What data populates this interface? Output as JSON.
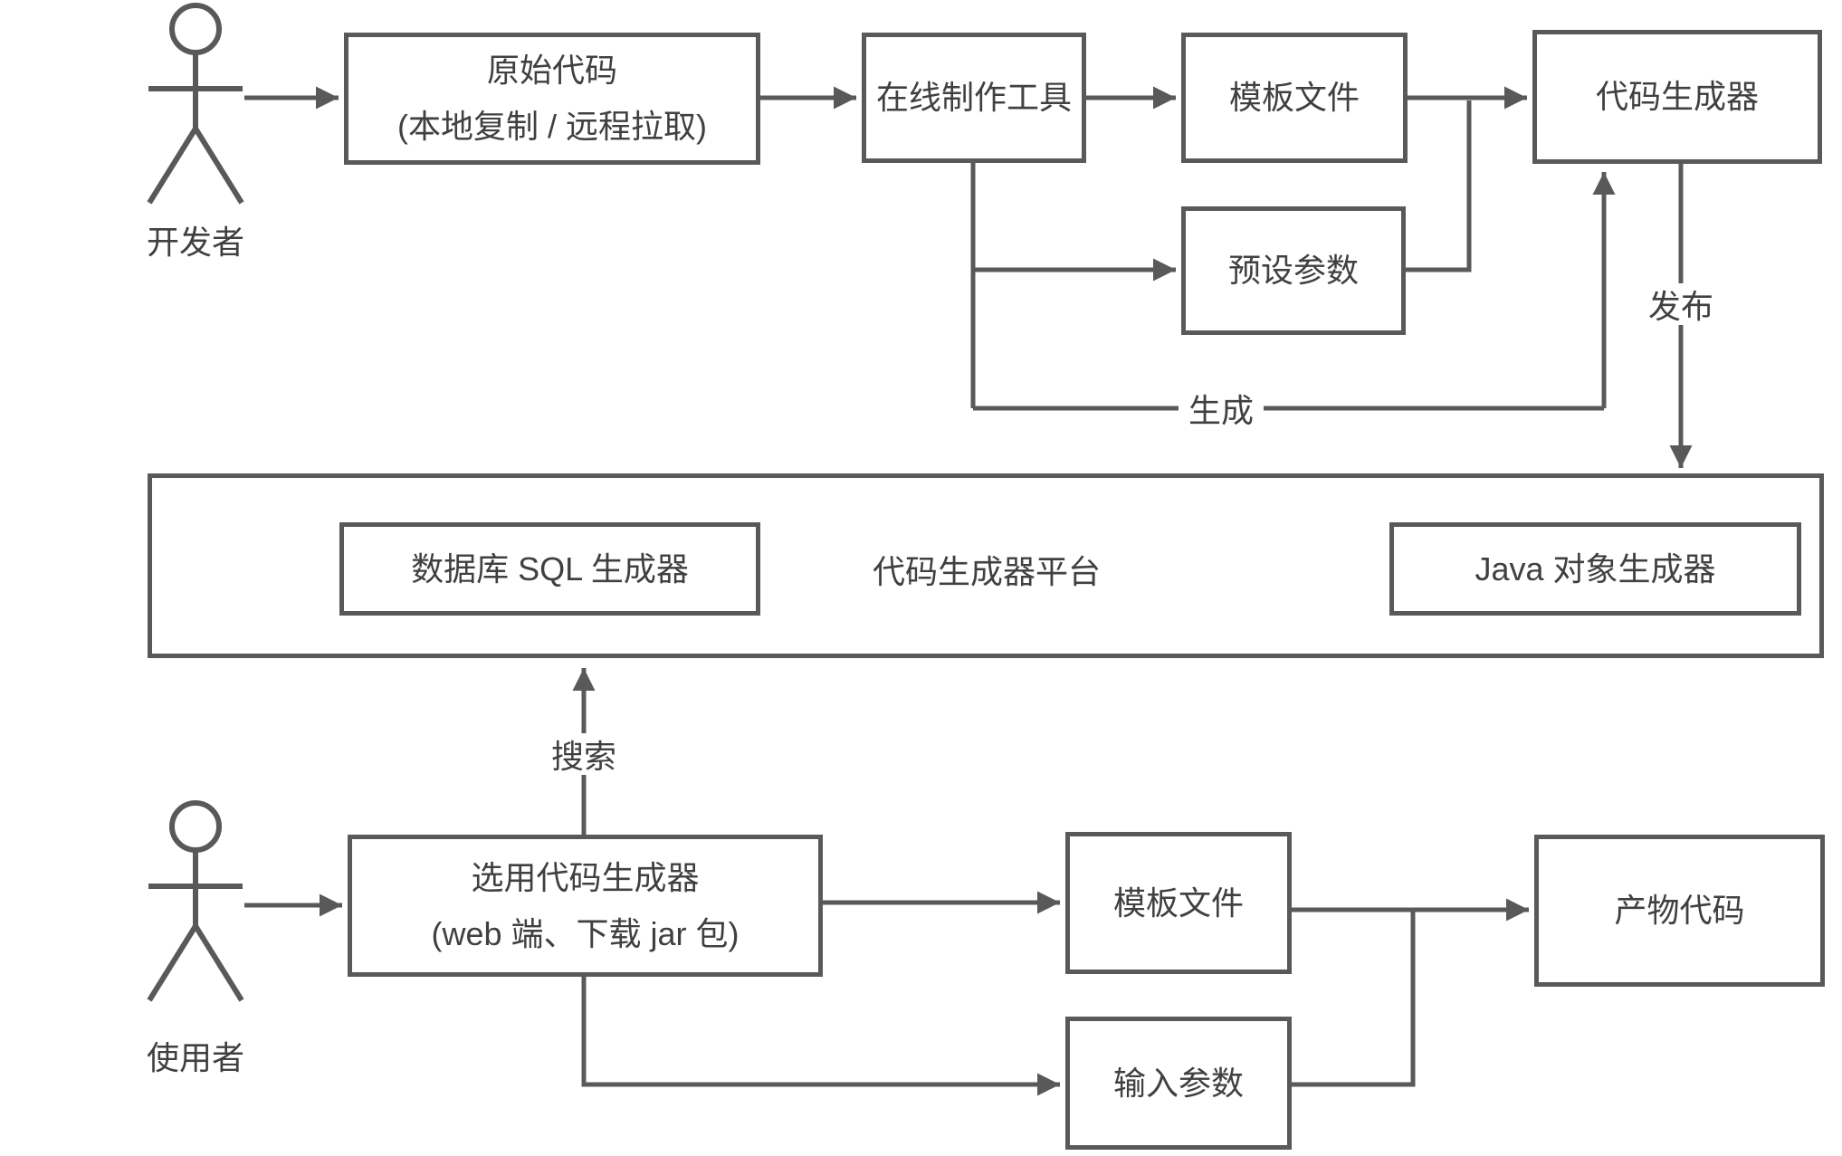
{
  "diagram": {
    "type": "flowchart",
    "background_color": "#ffffff",
    "line_color": "#595959",
    "text_color": "#404040",
    "actors": {
      "developer": {
        "label": "开发者"
      },
      "user": {
        "label": "使用者"
      }
    },
    "nodes": {
      "source_code": {
        "line1": "原始代码",
        "line2": "(本地复制 / 远程拉取)"
      },
      "online_tool": {
        "label": "在线制作工具"
      },
      "template_top": {
        "label": "模板文件"
      },
      "code_generator": {
        "label": "代码生成器"
      },
      "preset_params": {
        "label": "预设参数"
      },
      "platform": {
        "label": "代码生成器平台"
      },
      "sql_generator": {
        "label": "数据库 SQL 生成器"
      },
      "java_generator": {
        "label": "Java 对象生成器"
      },
      "choose_generator": {
        "line1": "选用代码生成器",
        "line2": "(web 端、下载 jar 包)"
      },
      "template_bottom": {
        "label": "模板文件"
      },
      "input_params": {
        "label": "输入参数"
      },
      "output_code": {
        "label": "产物代码"
      }
    },
    "edge_labels": {
      "publish": "发布",
      "generate": "生成",
      "search": "搜索"
    }
  }
}
